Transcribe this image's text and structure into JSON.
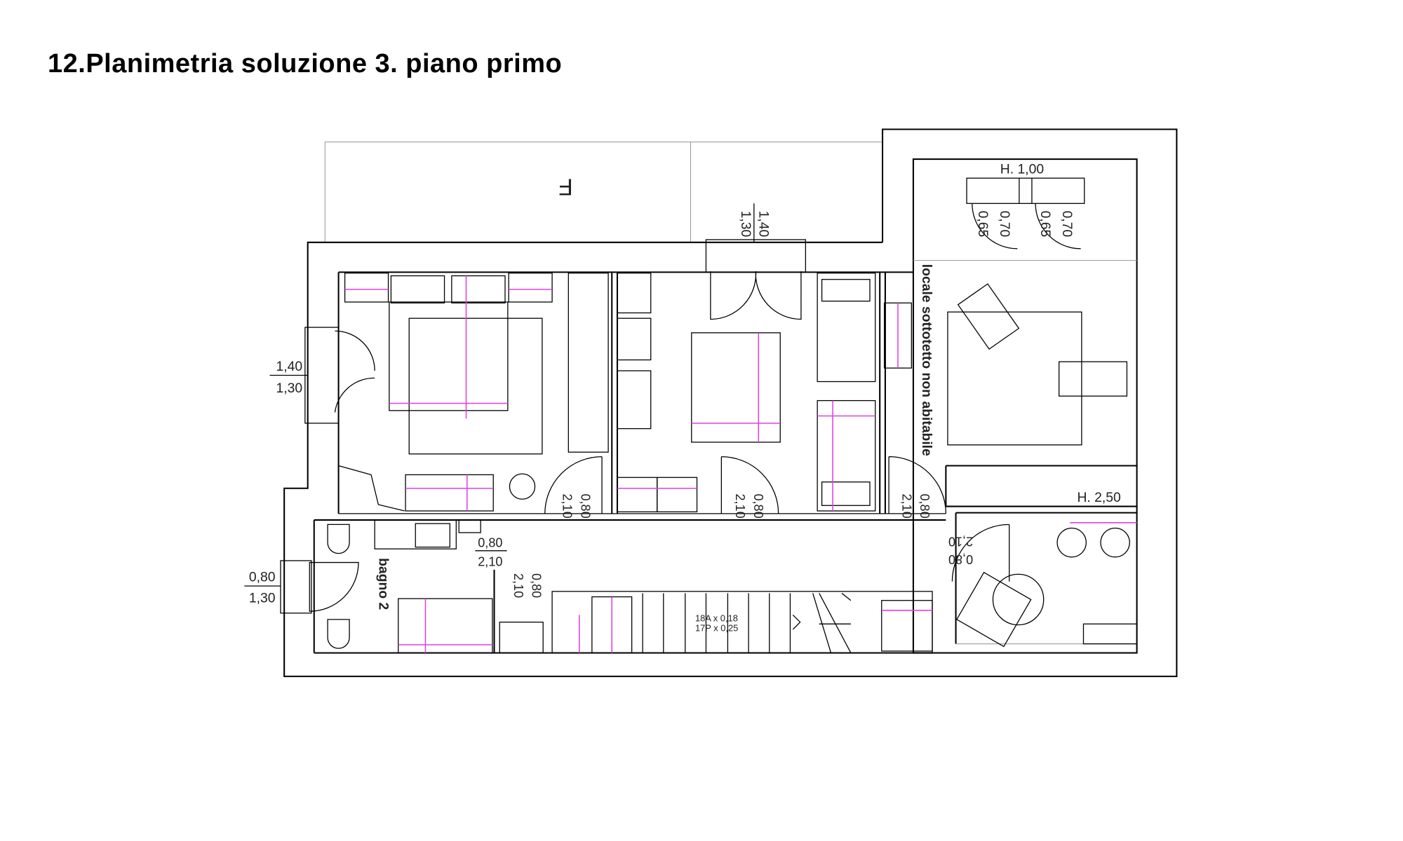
{
  "title": "12.Planimetria soluzione 3. piano primo",
  "labels": {
    "north_mark": "F",
    "window_top_h": "1,40",
    "window_top_s": "1,30",
    "h_100": "H. 1,00",
    "skylight_a_w": "0,65",
    "skylight_a_h": "0,70",
    "skylight_b_w": "0,65",
    "skylight_b_h": "0,70",
    "attic": "locale sottotetto non abitabile",
    "h_250": "H. 2,50",
    "window_left_h": "1,40",
    "window_left_s": "1,30",
    "window_bath_w": "0,80",
    "window_bath_s": "1,30",
    "bath": "bagno 2",
    "door_hall_w": "0,80",
    "door_hall_h": "2,10",
    "door_bath_h": "2,10",
    "door_bath_w": "0,80",
    "door1_h": "2,10",
    "door1_w": "0,80",
    "door2_h": "2,10",
    "door2_w": "0,80",
    "door3_h": "2,10",
    "door3_w": "0,80",
    "door4_h": "2,10",
    "door4_w": "0,80",
    "stairs_risers": "18A x 0,18",
    "stairs_treads": "17P x 0,25"
  }
}
